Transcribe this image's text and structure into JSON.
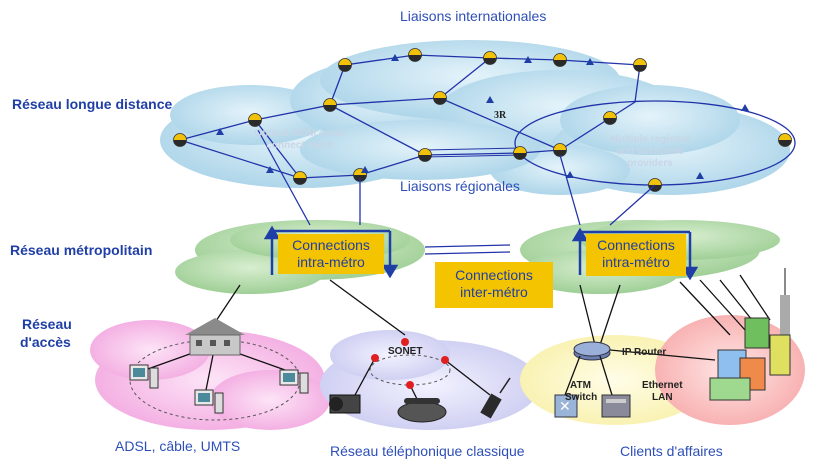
{
  "labels": {
    "international": "Liaisons internationales",
    "regional": "Liaisons régionales",
    "long_distance": "Réseau longue distance",
    "metro": "Réseau métropolitain",
    "access_line1": "Réseau",
    "access_line2": "d'accès",
    "adsl": "ADSL, câble, UMTS",
    "telephone": "Réseau téléphonique classique",
    "business": "Clients d'affaires"
  },
  "boxes": {
    "intra_left_1": "Connections",
    "intra_left_2": "intra-métro",
    "inter_1": "Connections",
    "inter_2": "inter-métro",
    "intra_right_1": "Connections",
    "intra_right_2": "intra-métro"
  },
  "equipment": {
    "sonet": "SONET",
    "ip_router": "IP Router",
    "atm_1": "ATM",
    "atm_2": "Switch",
    "eth_1": "Ethernet",
    "eth_2": "LAN",
    "ring_3r": "3R",
    "faint_left_1": "Optical WDM cross",
    "faint_left_2": "connect mesh",
    "faint_right_1": "Multiple regional",
    "faint_right_2": "and backbone",
    "faint_right_3": "providers"
  },
  "colors": {
    "label_blue": "#1f3fa6",
    "box_yellow": "#f5c400",
    "cloud_blue": "#b8dcec",
    "cloud_green": "#b7dcae",
    "link_blue": "#2233aa"
  }
}
